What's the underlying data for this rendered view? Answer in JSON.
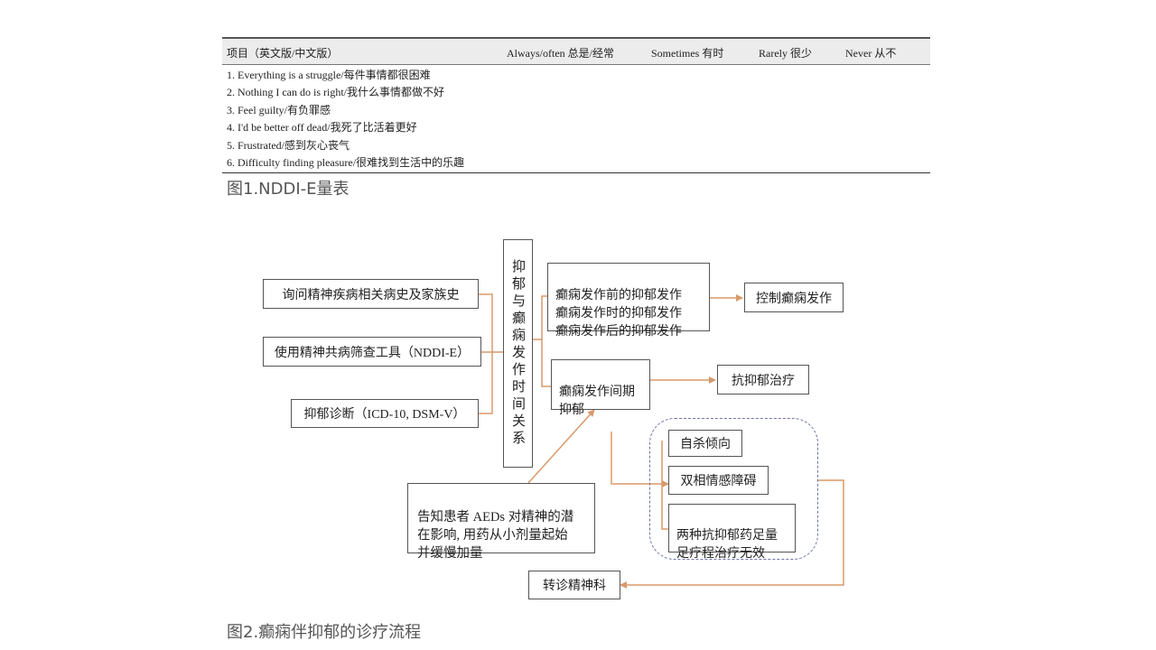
{
  "table": {
    "headers": {
      "item": "项目（英文版/中文版）",
      "always": "Always/often 总是/经常",
      "sometimes": "Sometimes 有时",
      "rarely": "Rarely 很少",
      "never": "Never 从不"
    },
    "rows": [
      "1. Everything is a struggle/每件事情都很困难",
      "2. Nothing I can do is right/我什么事情都做不好",
      "3. Feel guilty/有负罪感",
      "4. I'd be better off dead/我死了比活着更好",
      "5. Frustrated/感到灰心丧气",
      "6. Difficulty finding pleasure/很难找到生活中的乐趣"
    ]
  },
  "captions": {
    "fig1": "图1.NDDI-E量表",
    "fig2": "图2.癫痫伴抑郁的诊疗流程"
  },
  "flowchart": {
    "history": "询问精神疾病相关病史及家族史",
    "screening": "使用精神共病筛查工具（NDDI-E）",
    "diagnosis": "抑郁诊断（ICD-10, DSM-V）",
    "relation": "抑郁与癫痫发作时间关系",
    "peri_ictal": "癫痫发作前的抑郁发作\n癫痫发作时的抑郁发作\n癫痫发作后的抑郁发作",
    "control": "控制癫痫发作",
    "inter_ictal": "癫痫发作间期\n抑郁",
    "antidepressant": "抗抑郁治疗",
    "suicide": "自杀倾向",
    "bipolar": "双相情感障碍",
    "ineffective": "两种抗抑郁药足量\n足疗程治疗无效",
    "aeds": "告知患者 AEDs 对精神的潜\n在影响, 用药从小剂量起始\n并缓慢加量",
    "referral": "转诊精神科"
  },
  "colors": {
    "arrow": "#d89a6c",
    "dashed": "#6f74a6",
    "box_border": "#555555"
  }
}
